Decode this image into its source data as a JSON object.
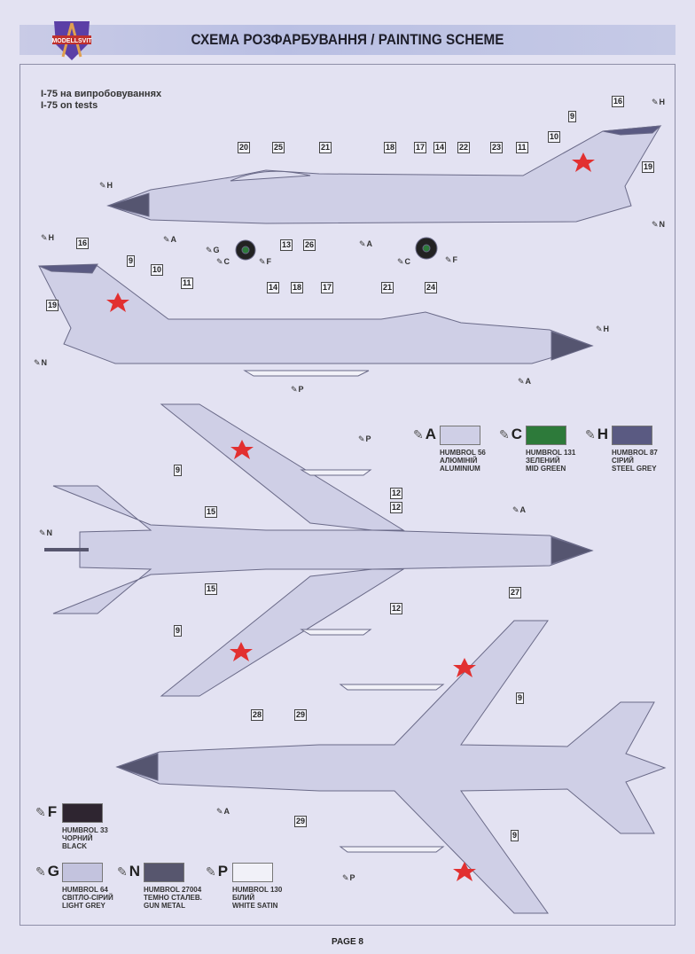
{
  "header": {
    "title": "СХЕМА РОЗФАРБУВАННЯ  / PAINTING  SCHEME",
    "logo_text": "MODELLSVIT"
  },
  "subtitle": {
    "line1": "I-75 на випробовуваннях",
    "line2": "I-75 on tests"
  },
  "views": {
    "side_left": {
      "callouts": [
        "20",
        "25",
        "21",
        "18",
        "17",
        "14",
        "22",
        "23",
        "11",
        "10",
        "9",
        "16",
        "19",
        "13",
        "26"
      ],
      "paints": [
        "H",
        "A",
        "G",
        "C",
        "F",
        "A",
        "C",
        "F",
        "H",
        "N"
      ]
    },
    "side_right": {
      "callouts": [
        "16",
        "9",
        "10",
        "11",
        "19",
        "14",
        "18",
        "17",
        "21",
        "24"
      ],
      "paints": [
        "H",
        "N",
        "H",
        "A",
        "P"
      ]
    },
    "top": {
      "callouts": [
        "9",
        "15",
        "12",
        "12",
        "15",
        "12",
        "9",
        "27"
      ],
      "paints": [
        "P",
        "N",
        "A"
      ]
    },
    "bottom": {
      "callouts": [
        "9",
        "28",
        "29",
        "29",
        "9"
      ],
      "paints": [
        "A",
        "P"
      ]
    }
  },
  "legend": [
    {
      "letter": "A",
      "code": "HUMBROL 56",
      "ua": "АЛЮМІНІЙ",
      "en": "ALUMINIUM",
      "color": "#cfcfe6"
    },
    {
      "letter": "C",
      "code": "HUMBROL 131",
      "ua": "ЗЕЛЕНИЙ",
      "en": "MID GREEN",
      "color": "#2d7a3a"
    },
    {
      "letter": "H",
      "code": "HUMBROL 87",
      "ua": "СІРИЙ",
      "en": "STEEL GREY",
      "color": "#5a5a82"
    },
    {
      "letter": "F",
      "code": "HUMBROL 33",
      "ua": "ЧОРНИЙ",
      "en": "BLACK",
      "color": "#2e2530"
    },
    {
      "letter": "G",
      "code": "HUMBROL 64",
      "ua": "СВІТЛО-СІРИЙ",
      "en": "LIGHT GREY",
      "color": "#c3c3de"
    },
    {
      "letter": "N",
      "code": "HUMBROL 27004",
      "ua": "ТЕМНО СТАЛЕВ.",
      "en": "GUN METAL",
      "color": "#57566e"
    },
    {
      "letter": "P",
      "code": "HUMBROL 130",
      "ua": "БІЛИЙ",
      "en": "WHITE SATIN",
      "color": "#f1f1f8"
    }
  ],
  "footer": {
    "page": "PAGE 8"
  }
}
